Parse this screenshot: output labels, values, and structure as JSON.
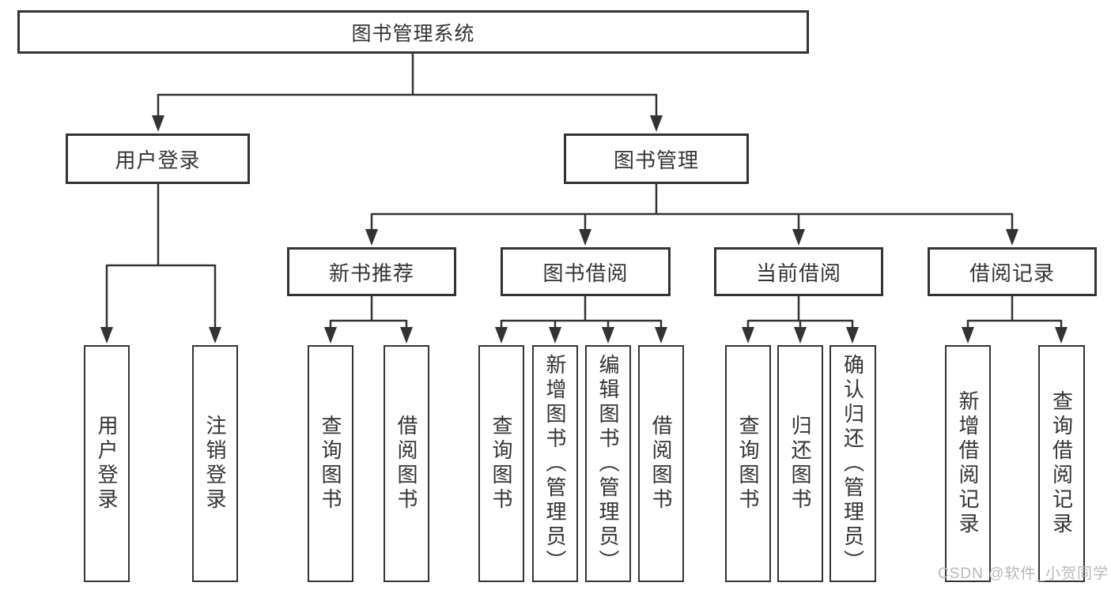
{
  "diagram_title": "图书管理系统",
  "nodes": {
    "root": {
      "label": "图书管理系统"
    },
    "user_login": {
      "label": "用户登录"
    },
    "book_mgmt": {
      "label": "图书管理"
    },
    "new_book_rec": {
      "label": "新书推荐"
    },
    "book_borrow": {
      "label": "图书借阅"
    },
    "current_borrow": {
      "label": "当前借阅"
    },
    "borrow_records": {
      "label": "借阅记录"
    },
    "leaf_user_login": {
      "label": "用户登录"
    },
    "leaf_logout": {
      "label": "注销登录"
    },
    "leaf_query_book_1": {
      "label": "查询图书"
    },
    "leaf_borrow_book_1": {
      "label": "借阅图书"
    },
    "leaf_query_book_2": {
      "label": "查询图书"
    },
    "leaf_add_book": {
      "label": "新增图书（管理员）"
    },
    "leaf_edit_book": {
      "label": "编辑图书（管理员）"
    },
    "leaf_borrow_book_2": {
      "label": "借阅图书"
    },
    "leaf_query_book_3": {
      "label": "查询图书"
    },
    "leaf_return_book": {
      "label": "归还图书"
    },
    "leaf_confirm_return": {
      "label": "确认归还（管理员）"
    },
    "leaf_add_borrow_record": {
      "label": "新增借阅记录"
    },
    "leaf_query_borrow_record": {
      "label": "查询借阅记录"
    }
  },
  "hierarchy": {
    "图书管理系统": {
      "用户登录": [
        "用户登录",
        "注销登录"
      ],
      "图书管理": {
        "新书推荐": [
          "查询图书",
          "借阅图书"
        ],
        "图书借阅": [
          "查询图书",
          "新增图书（管理员）",
          "编辑图书（管理员）",
          "借阅图书"
        ],
        "当前借阅": [
          "查询图书",
          "归还图书",
          "确认归还（管理员）"
        ],
        "借阅记录": [
          "新增借阅记录",
          "查询借阅记录"
        ]
      }
    }
  },
  "watermark": {
    "text": "CSDN @软件_小贺同学"
  },
  "colors": {
    "line": "#333333",
    "border": "#333333",
    "text": "#333333",
    "background": "#ffffff",
    "watermark": "#b8b8b8"
  }
}
